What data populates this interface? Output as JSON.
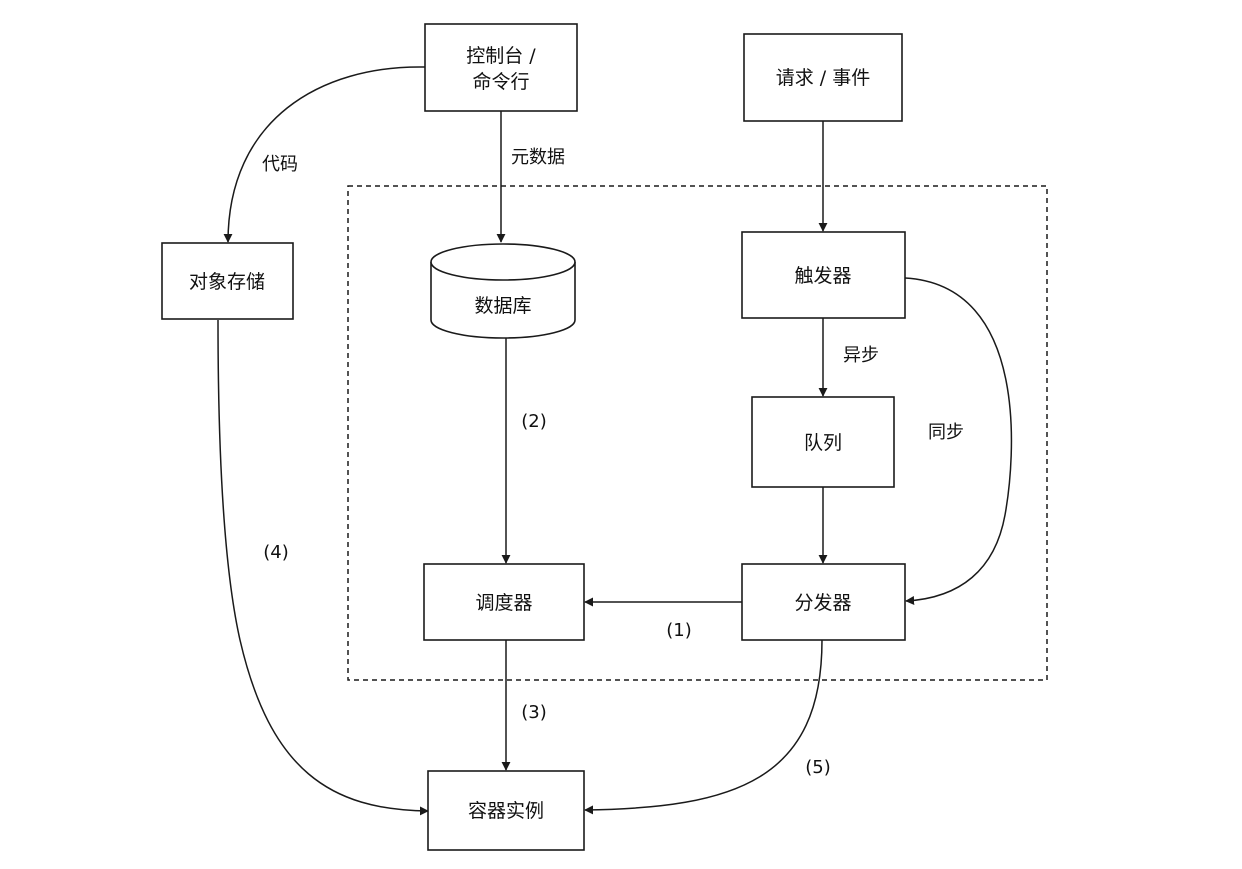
{
  "nodes": {
    "console": "控制台 /",
    "console_line2": "命令行",
    "request": "请求 / 事件",
    "object_storage": "对象存储",
    "database": "数据库",
    "trigger": "触发器",
    "queue": "队列",
    "scheduler": "调度器",
    "dispatcher": "分发器",
    "container": "容器实例"
  },
  "edges": {
    "code": "代码",
    "metadata": "元数据",
    "async": "异步",
    "sync": "同步",
    "step1": "(1)",
    "step2": "(2)",
    "step3": "(3)",
    "step4": "(4)",
    "step5": "(5)"
  }
}
